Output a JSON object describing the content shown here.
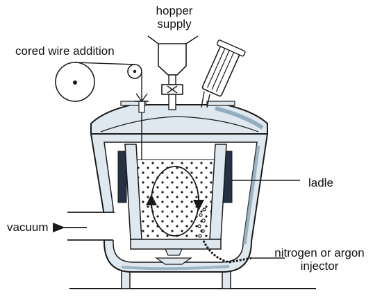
{
  "labels": {
    "hopper_line1": "hopper",
    "hopper_line2": "supply",
    "cored_wire": "cored wire addition",
    "ladle": "ladle",
    "vacuum": "vacuum",
    "injector_line1": "nitrogen or argon",
    "injector_line2": "injector"
  },
  "colors": {
    "line": "#1a1a1a",
    "shell_fill": "#dfe8ee",
    "shell_shade": "#7f9fb4",
    "refractory": "#243245",
    "melt_dots": "#1a1a1a"
  }
}
